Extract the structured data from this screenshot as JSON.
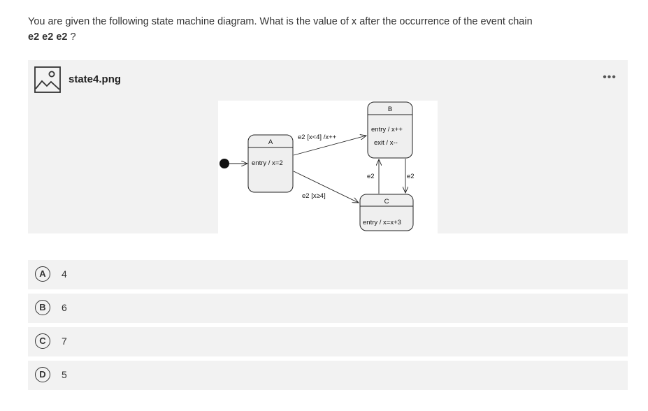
{
  "question": {
    "text": "You are given the following state machine diagram. What is the value of x after the occurrence of the event chain",
    "chain": "e2 e2 e2",
    "suffix": " ?"
  },
  "attachment": {
    "filename": "state4.png",
    "more_label": "•••",
    "icon": "image-file-icon"
  },
  "diagram": {
    "state_a": {
      "name": "A",
      "action": "entry / x=2"
    },
    "state_b": {
      "name": "B",
      "entry": "entry / x++",
      "exit": "exit / x--"
    },
    "state_c": {
      "name": "C",
      "action": "entry / x=x+3"
    },
    "transition_a_b": "e2 [x<4] /x++",
    "transition_a_c": "e2 [x≥4]",
    "transition_b_c": "e2",
    "transition_c_b": "e2"
  },
  "options": [
    {
      "letter": "A",
      "value": "4"
    },
    {
      "letter": "B",
      "value": "6"
    },
    {
      "letter": "C",
      "value": "7"
    },
    {
      "letter": "D",
      "value": "5"
    }
  ]
}
